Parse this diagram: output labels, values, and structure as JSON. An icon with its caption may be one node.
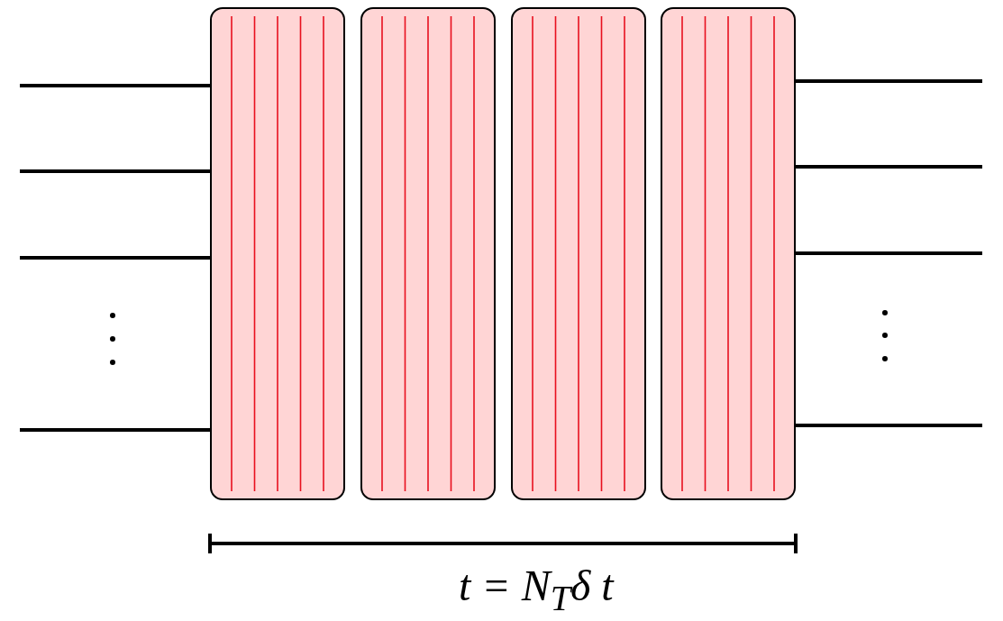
{
  "diagram": {
    "nodes": [
      {
        "text": [],
        "shape": "box"
      },
      {
        "text": [],
        "shape": "box"
      },
      {
        "text": [],
        "shape": "box"
      },
      {
        "text": [],
        "shape": "box"
      }
    ],
    "edges": [
      {
        "from": null,
        "to": 0,
        "arrow": "none"
      },
      {
        "from": null,
        "to": 0,
        "arrow": "none"
      },
      {
        "from": null,
        "to": 0,
        "arrow": "none"
      },
      {
        "from": null,
        "to": 0,
        "arrow": "none"
      },
      {
        "from": 3,
        "to": null,
        "arrow": "none"
      },
      {
        "from": 3,
        "to": null,
        "arrow": "none"
      },
      {
        "from": 3,
        "to": null,
        "arrow": "none"
      },
      {
        "from": 3,
        "to": null,
        "arrow": "none"
      }
    ],
    "labels": [
      "t = N$_{T}$δ t"
    ]
  }
}
